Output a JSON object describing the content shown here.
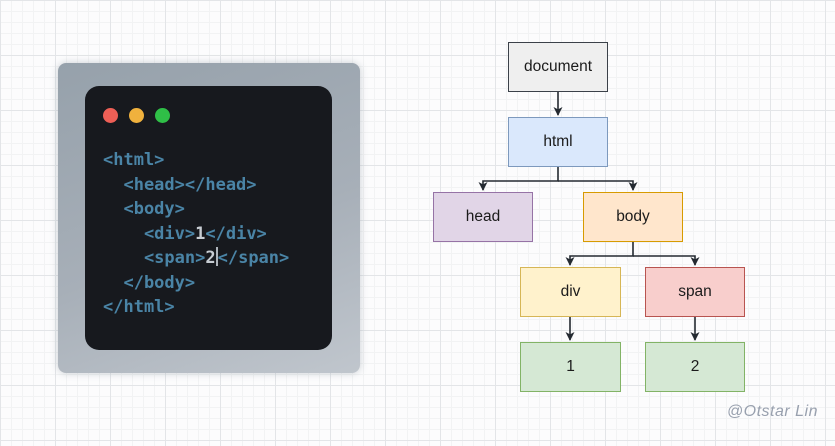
{
  "editor": {
    "window_controls": {
      "close_color": "#ee5f56",
      "minimize_color": "#f0b13d",
      "maximize_color": "#2fbf47"
    },
    "colors": {
      "background": "#17191e",
      "tag": "#4a84a6",
      "plain_text": "#c7ccd2",
      "cursor": "#aeb4bb"
    },
    "code": {
      "lines": [
        {
          "segments": [
            {
              "text": "<html>",
              "type": "tag"
            }
          ]
        },
        {
          "segments": [
            {
              "text": "  <head></head>",
              "type": "tag"
            }
          ]
        },
        {
          "segments": [
            {
              "text": "  <body>",
              "type": "tag"
            }
          ]
        },
        {
          "segments": [
            {
              "text": "    <div>",
              "type": "tag"
            },
            {
              "text": "1",
              "type": "plain"
            },
            {
              "text": "</div>",
              "type": "tag"
            }
          ]
        },
        {
          "segments": [
            {
              "text": "    <span>",
              "type": "tag"
            },
            {
              "text": "2",
              "type": "plain"
            },
            {
              "text": "</span>",
              "type": "tag"
            }
          ]
        },
        {
          "segments": [
            {
              "text": "  </body>",
              "type": "tag"
            }
          ]
        },
        {
          "segments": [
            {
              "text": "</html>",
              "type": "tag"
            }
          ]
        }
      ]
    }
  },
  "diagram": {
    "arrow_color": "#242a31",
    "nodes": [
      {
        "id": "document",
        "label": "document",
        "fill": "#efefef",
        "stroke": "#3b4149"
      },
      {
        "id": "html",
        "label": "html",
        "fill": "#dae8fc",
        "stroke": "#7d99bd"
      },
      {
        "id": "head",
        "label": "head",
        "fill": "#e1d5e7",
        "stroke": "#9673a6"
      },
      {
        "id": "body",
        "label": "body",
        "fill": "#ffe6cc",
        "stroke": "#d79b00"
      },
      {
        "id": "div",
        "label": "div",
        "fill": "#fff2cc",
        "stroke": "#d6b656"
      },
      {
        "id": "span",
        "label": "span",
        "fill": "#f8cecc",
        "stroke": "#b85450"
      },
      {
        "id": "one",
        "label": "1",
        "fill": "#d5e8d4",
        "stroke": "#82b366"
      },
      {
        "id": "two",
        "label": "2",
        "fill": "#d5e8d4",
        "stroke": "#82b366"
      }
    ],
    "edges": [
      {
        "from": "document",
        "to": "html"
      },
      {
        "from": "html",
        "to": "head"
      },
      {
        "from": "html",
        "to": "body"
      },
      {
        "from": "body",
        "to": "div"
      },
      {
        "from": "body",
        "to": "span"
      },
      {
        "from": "div",
        "to": "one"
      },
      {
        "from": "span",
        "to": "two"
      }
    ]
  },
  "watermark": {
    "text": "@Otstar Lin",
    "color": "#98a0ae"
  }
}
